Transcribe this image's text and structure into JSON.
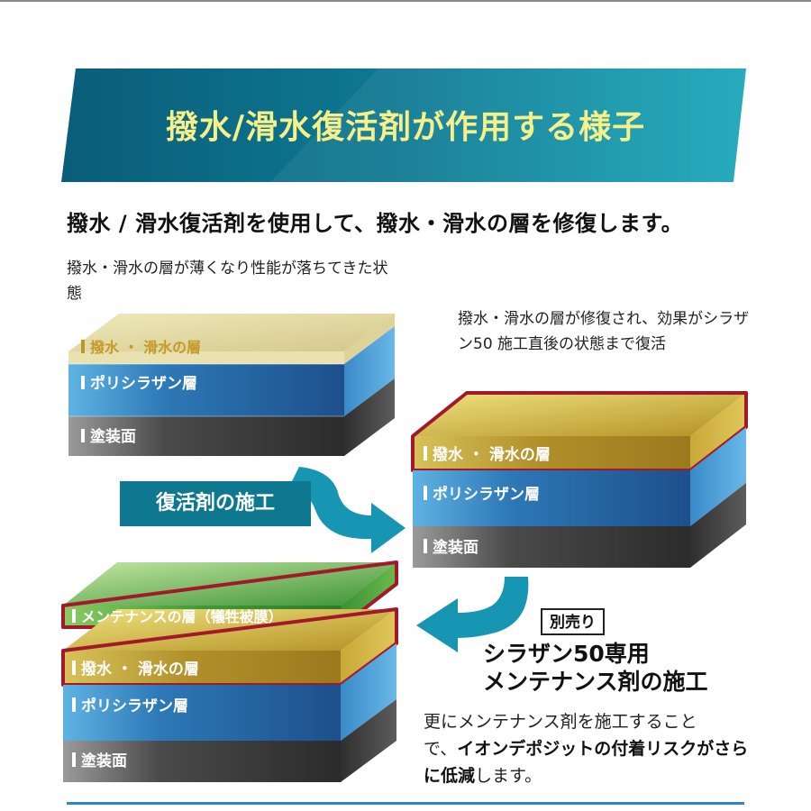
{
  "header": {
    "title": "撥水/滑水復活剤が作用する様子",
    "colors": {
      "banner_dark": "#0a5f7a",
      "banner_light": "#18a1b4",
      "title_text": "#f6f08a"
    }
  },
  "subtitle": "撥水 / 滑水復活剤を使用して、撥水・滑水の層を修復します。",
  "before": {
    "caption": "撥水・滑水の層が薄くなり性能が落ちてきた状態",
    "layers": {
      "water": "撥水 ・ 滑水の層",
      "polysilazane": "ポリシラザン層",
      "paint": "塗装面"
    }
  },
  "after": {
    "caption": "撥水・滑水の層が修復され、効果がシラザン50 施工直後の状態まで復活",
    "layers": {
      "water": "撥水 ・ 滑水の層",
      "polysilazane": "ポリシラザン層",
      "paint": "塗装面"
    }
  },
  "step": {
    "label": "復活剤の施工"
  },
  "maintenance": {
    "badge": "別売り",
    "title_line1": "シラザン50専用",
    "title_line2": "メンテナンス剤の施工",
    "desc_plain1": "更にメンテナンス剤を施工すること",
    "desc_plain2": "で、",
    "desc_bold": "イオンデポジットの付着リスクがさらに低減",
    "desc_plain3": "します。",
    "layers": {
      "maintenance": "メンテナンスの層（犠牲被膜）",
      "water": "撥水 ・ 滑水の層",
      "polysilazane": "ポリシラザン層",
      "paint": "塗装面"
    }
  },
  "colors": {
    "polysilazane": "#2a6fae",
    "paint": "#3c3c3c",
    "gold": "#b9972c",
    "green": "#3f9a35",
    "highlight": "#a3192b",
    "arrow": "#1696b3"
  }
}
